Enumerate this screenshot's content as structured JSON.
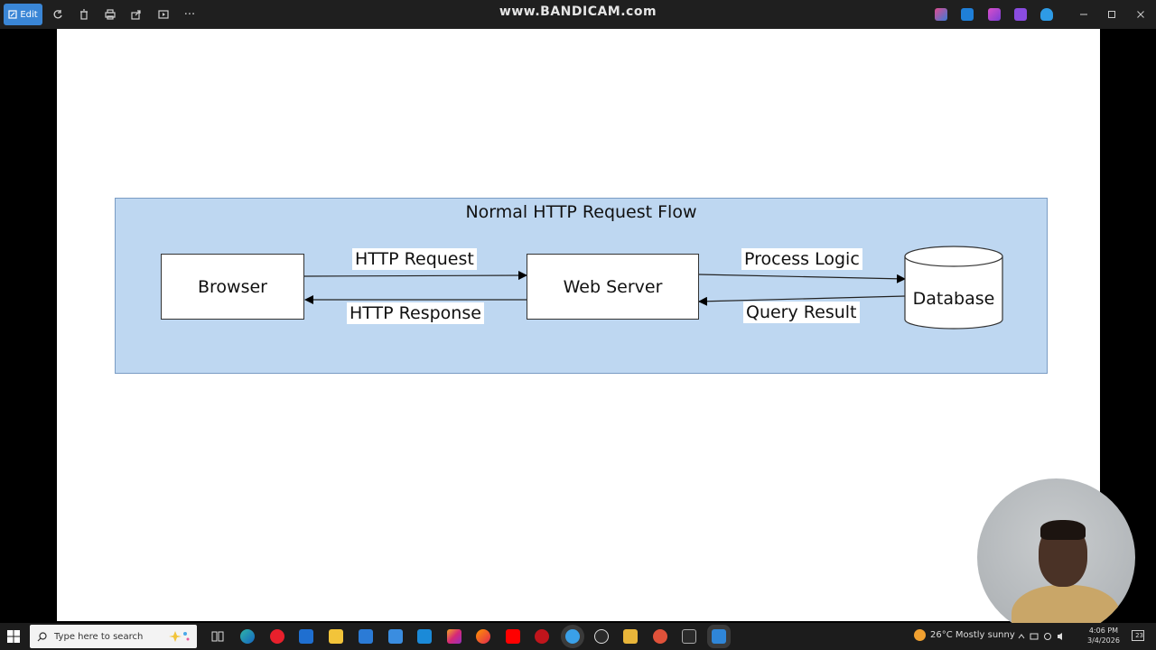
{
  "toolbar": {
    "edit_label": "Edit",
    "more_label": "···"
  },
  "watermark": "www.BANDICAM.com",
  "diagram": {
    "title": "Normal HTTP Request Flow",
    "nodes": {
      "browser": "Browser",
      "web_server": "Web Server",
      "database": "Database"
    },
    "edges": {
      "http_request": "HTTP Request",
      "http_response": "HTTP Response",
      "process_logic": "Process Logic",
      "query_result": "Query Result"
    },
    "colors": {
      "container_fill": "#bed7f1",
      "node_fill": "#ffffff"
    }
  },
  "taskbar": {
    "search_placeholder": "Type here to search",
    "weather": "26°C  Mostly sunny",
    "time": "4:06 PM",
    "date": "3/4/2026",
    "notification_count": "23"
  },
  "colors": {
    "edit_accent": "#3a86d6",
    "titlebar_bg": "#1f1f1f",
    "taskbar_bg": "#1c1c1c"
  }
}
